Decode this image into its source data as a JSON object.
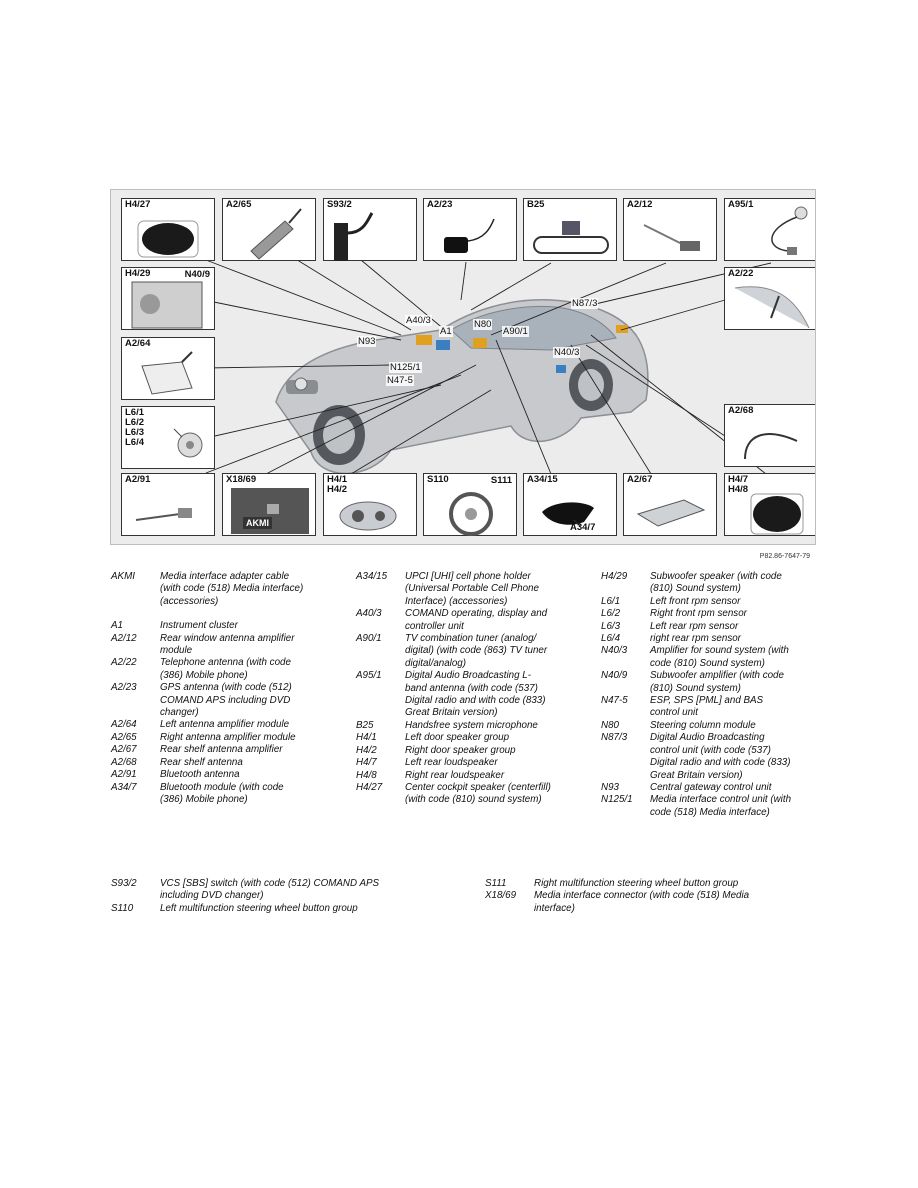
{
  "figure": {
    "ref": "P82.86-7647-79",
    "boxes": [
      {
        "label": "H4/27",
        "icon": "speaker-icon"
      },
      {
        "label": "A2/65",
        "icon": "amplifier-icon"
      },
      {
        "label": "S93/2",
        "icon": "switch-icon"
      },
      {
        "label": "A2/23",
        "icon": "gps-antenna-icon"
      },
      {
        "label": "B25",
        "icon": "mirror-microphone-icon"
      },
      {
        "label": "A2/12",
        "icon": "amplifier-module-icon"
      },
      {
        "label": "A95/1",
        "icon": "antenna-cable-icon"
      },
      {
        "label": "H4/29",
        "label2": "N40/9",
        "icon": "subwoofer-icon"
      },
      {
        "label": "A2/22",
        "icon": "telephone-antenna-icon"
      },
      {
        "label": "A2/64",
        "icon": "antenna-amplifier-icon"
      },
      {
        "label": "L6/1\nL6/2\nL6/3\nL6/4",
        "icon": "rpm-sensor-icon"
      },
      {
        "label": "A2/68",
        "icon": "shelf-antenna-icon"
      },
      {
        "label": "A2/91",
        "icon": "bluetooth-antenna-icon"
      },
      {
        "label": "X18/69",
        "icon": "connector-icon",
        "tag": "AKMI"
      },
      {
        "label": "H4/1\nH4/2",
        "icon": "door-speaker-icon"
      },
      {
        "label": "S110",
        "label2": "S111",
        "icon": "steering-wheel-icon"
      },
      {
        "label": "A34/15",
        "icon": "phone-holder-icon",
        "sub": "A34/7"
      },
      {
        "label": "A2/67",
        "icon": "amplifier-box-icon"
      },
      {
        "label": "H4/7\nH4/8",
        "icon": "rear-speaker-icon"
      }
    ],
    "callouts": [
      "N87/3",
      "A40/3",
      "N80",
      "A1",
      "A90/1",
      "N93",
      "N40/3",
      "N125/1",
      "N47-5"
    ]
  },
  "legend": {
    "col1": [
      {
        "code": "AKMI",
        "desc": "Media interface adapter cable\n(with code (518) Media interface)\n(accessories)"
      },
      {
        "code": "",
        "desc": ""
      },
      {
        "code": "A1",
        "desc": "Instrument cluster"
      },
      {
        "code": "A2/12",
        "desc": "Rear window antenna amplifier\nmodule"
      },
      {
        "code": "A2/22",
        "desc": "Telephone antenna (with code\n(386) Mobile phone)"
      },
      {
        "code": "A2/23",
        "desc": "GPS antenna (with code (512)\nCOMAND APS including DVD\nchanger)"
      },
      {
        "code": "A2/64",
        "desc": "Left antenna amplifier module"
      },
      {
        "code": "A2/65",
        "desc": "Right antenna amplifier module"
      },
      {
        "code": "A2/67",
        "desc": "Rear shelf antenna amplifier"
      },
      {
        "code": "A2/68",
        "desc": "Rear shelf antenna"
      },
      {
        "code": "A2/91",
        "desc": "Bluetooth antenna"
      },
      {
        "code": "A34/7",
        "desc": "Bluetooth module (with code\n(386) Mobile phone)"
      }
    ],
    "col2": [
      {
        "code": "A34/15",
        "desc": "UPCI [UHI] cell phone holder\n(Universal Portable Cell Phone\nInterface) (accessories)"
      },
      {
        "code": "A40/3",
        "desc": "COMAND operating, display and\ncontroller unit"
      },
      {
        "code": "A90/1",
        "desc": "TV combination tuner (analog/\ndigital) (with code (863) TV tuner\ndigital/analog)"
      },
      {
        "code": "A95/1",
        "desc": "Digital Audio Broadcasting L-\nband antenna (with code (537)\nDigital radio and with code (833)\nGreat Britain version)"
      },
      {
        "code": "B25",
        "desc": "Handsfree system microphone"
      },
      {
        "code": "H4/1",
        "desc": "Left door speaker group"
      },
      {
        "code": "H4/2",
        "desc": "Right door speaker group"
      },
      {
        "code": "H4/7",
        "desc": "Left rear loudspeaker"
      },
      {
        "code": "H4/8",
        "desc": "Right rear loudspeaker"
      },
      {
        "code": "H4/27",
        "desc": "Center cockpit speaker (centerfill)\n(with code (810) sound system)"
      }
    ],
    "col3": [
      {
        "code": "H4/29",
        "desc": "Subwoofer speaker (with code\n(810) Sound system)"
      },
      {
        "code": "L6/1",
        "desc": "Left front rpm sensor"
      },
      {
        "code": "L6/2",
        "desc": "Right front rpm sensor"
      },
      {
        "code": "L6/3",
        "desc": "Left rear rpm sensor"
      },
      {
        "code": "L6/4",
        "desc": "right rear rpm sensor"
      },
      {
        "code": "N40/3",
        "desc": "Amplifier for sound system (with\ncode (810) Sound system)"
      },
      {
        "code": "N40/9",
        "desc": "Subwoofer amplifier (with code\n(810) Sound system)"
      },
      {
        "code": "N47-5",
        "desc": "ESP, SPS [PML] and BAS\ncontrol unit"
      },
      {
        "code": "N80",
        "desc": "Steering column module"
      },
      {
        "code": "N87/3",
        "desc": "Digital Audio Broadcasting\ncontrol unit (with code (537)\nDigital radio and with code (833)\nGreat Britain version)"
      },
      {
        "code": "N93",
        "desc": "Central gateway control unit"
      },
      {
        "code": "N125/1",
        "desc": "Media interface control unit (with\ncode (518) Media interface)"
      }
    ],
    "bottom_left": [
      {
        "code": "S93/2",
        "desc": "VCS [SBS] switch (with code (512) COMAND APS\nincluding DVD changer)"
      },
      {
        "code": "S110",
        "desc": "Left multifunction steering wheel button group"
      }
    ],
    "bottom_right": [
      {
        "code": "S111",
        "desc": "Right multifunction steering wheel button group"
      },
      {
        "code": "X18/69",
        "desc": "Media interface connector (with code (518) Media\ninterface)"
      }
    ]
  }
}
